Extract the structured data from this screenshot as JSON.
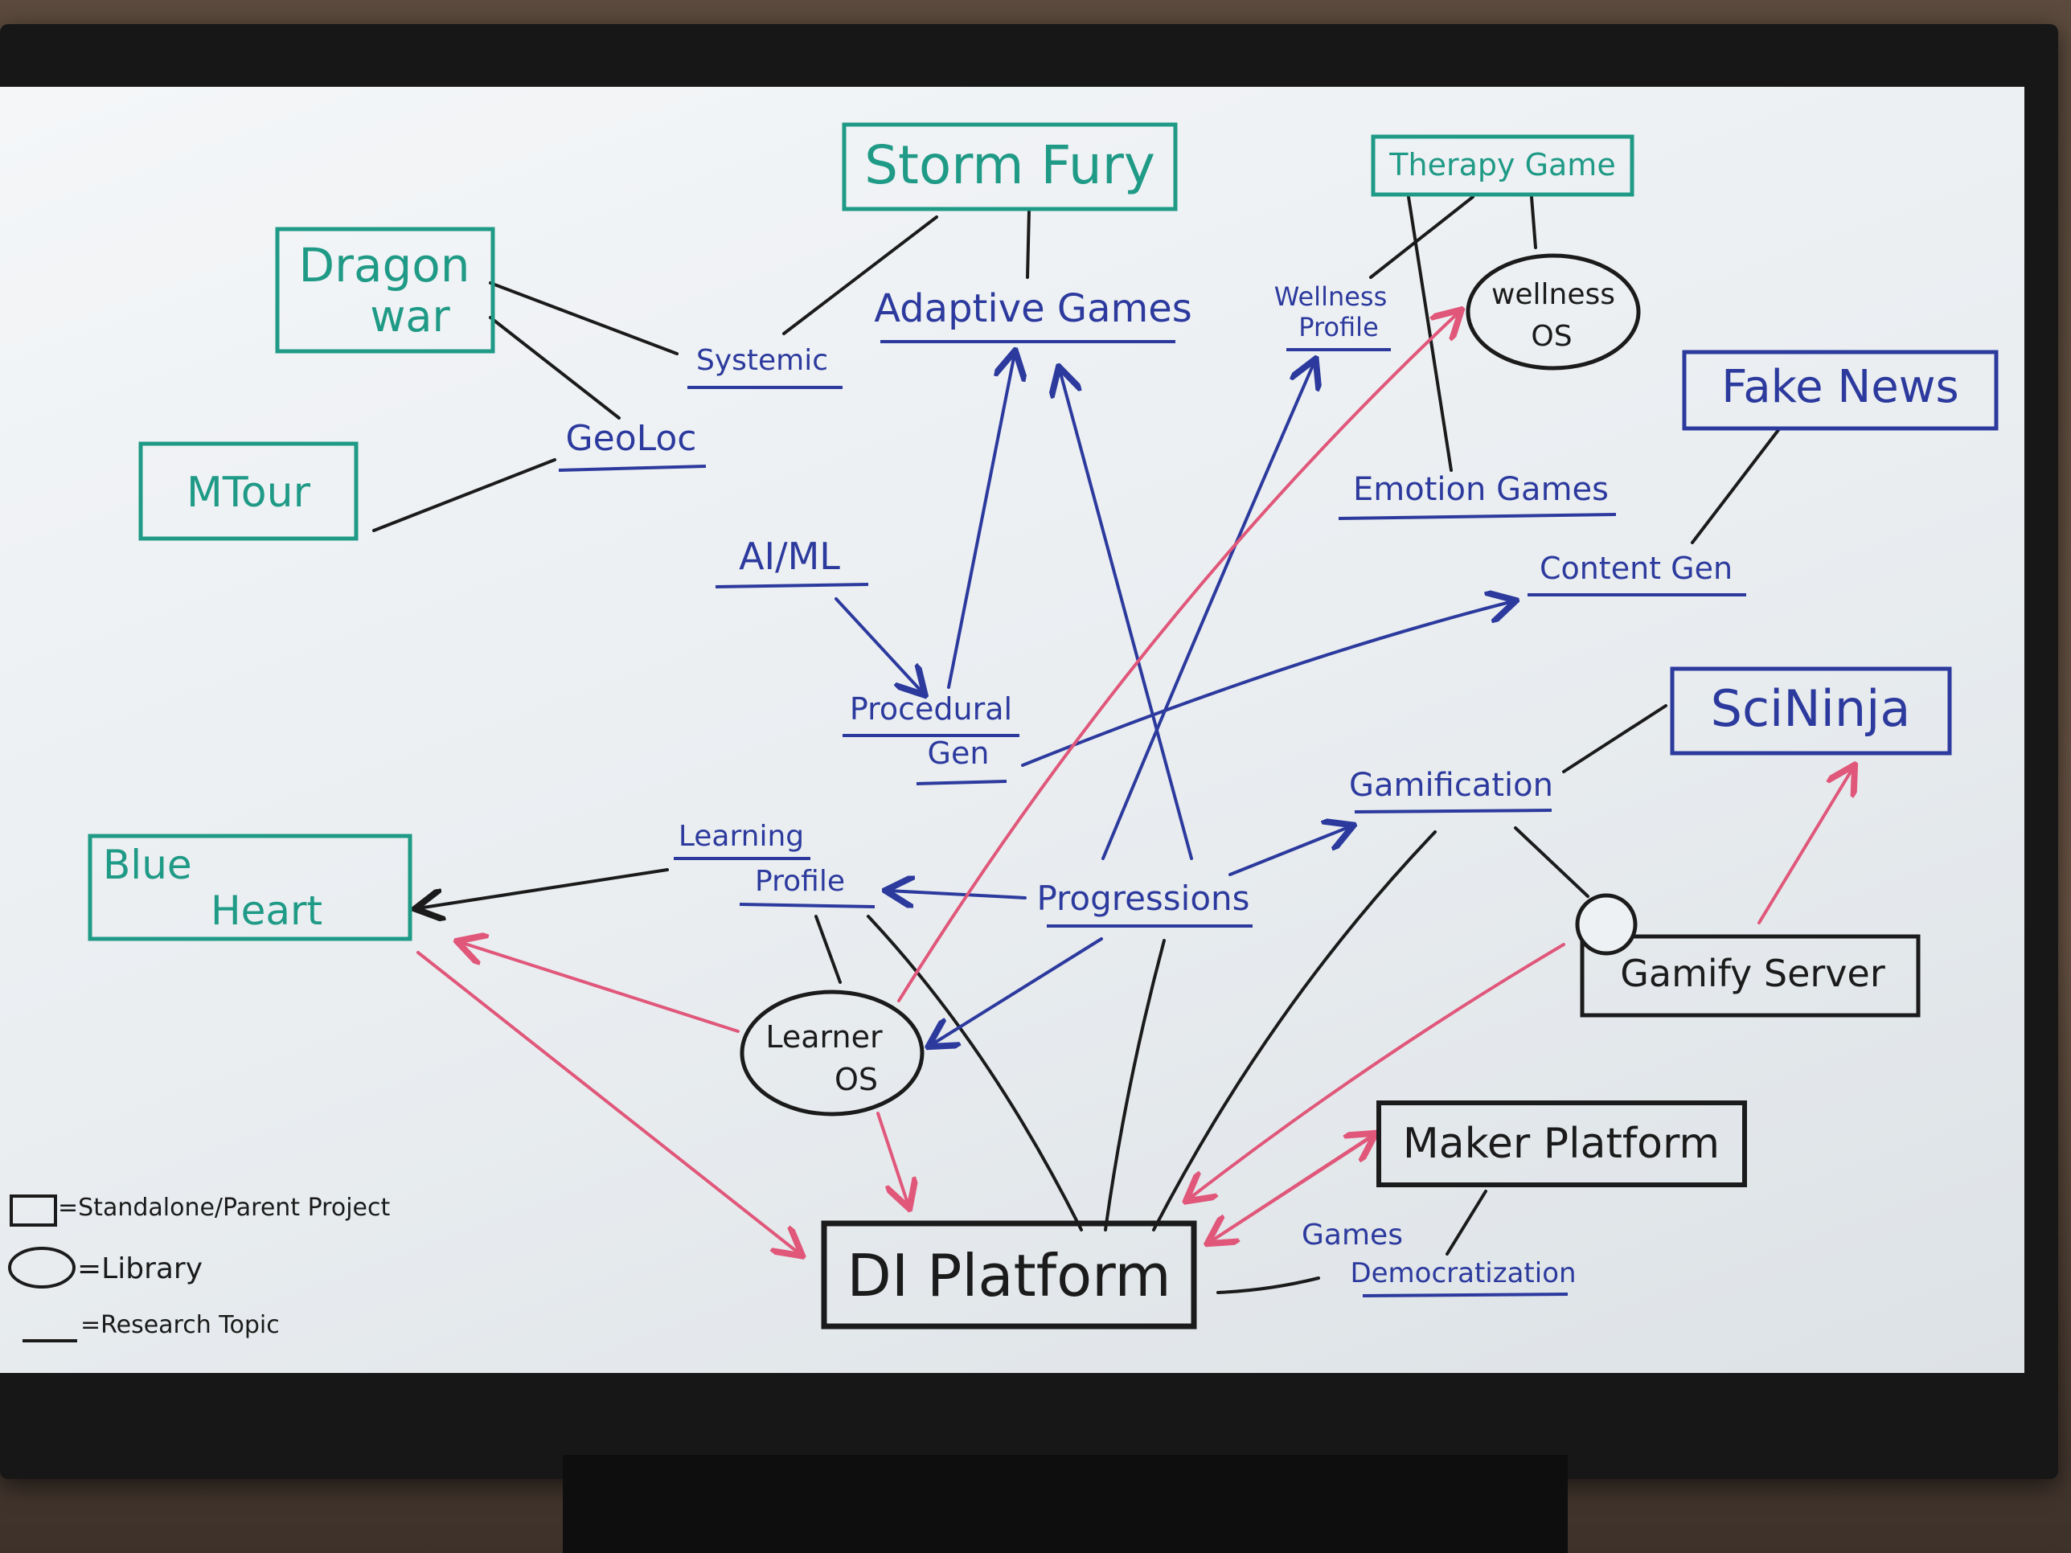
{
  "diagram": {
    "nodes": {
      "storm_fury": "Storm Fury",
      "therapy_game": "Therapy Game",
      "dragon_war_line1": "Dragon",
      "dragon_war_line2": "war",
      "mtour": "MTour",
      "fake_news": "Fake News",
      "sci_ninja": "SciNinja",
      "blue_heart_line1": "Blue",
      "blue_heart_line2": "Heart",
      "gamify_server": "Gamify Server",
      "maker_platform": "Maker Platform",
      "di_platform": "DI Platform",
      "wellness_os_line1": "wellness",
      "wellness_os_line2": "OS",
      "learner_os_line1": "Learner",
      "learner_os_line2": "OS"
    },
    "topics": {
      "adaptive_games": "Adaptive Games",
      "systemic": "Systemic",
      "geoloc": "GeoLoc",
      "wellness_profile_line1": "Wellness",
      "wellness_profile_line2": "Profile",
      "emotion_games": "Emotion Games",
      "content_gen": "Content Gen",
      "ai_ml": "AI/ML",
      "procedural_gen_line1": "Procedural",
      "procedural_gen_line2": "Gen",
      "gamification": "Gamification",
      "learning_profile_line1": "Learning",
      "learning_profile_line2": "Profile",
      "progressions": "Progressions",
      "games_democratization_line1": "Games",
      "games_democratization_line2": "Democratization"
    },
    "legend": {
      "box": "=Standalone/Parent Project",
      "circle": "=Library",
      "line": "=Research Topic"
    },
    "colors": {
      "project_green": "#1f9a86",
      "topic_blue": "#2c3a9e",
      "link_black": "#1b1b1b",
      "link_red": "#e0577a"
    }
  }
}
